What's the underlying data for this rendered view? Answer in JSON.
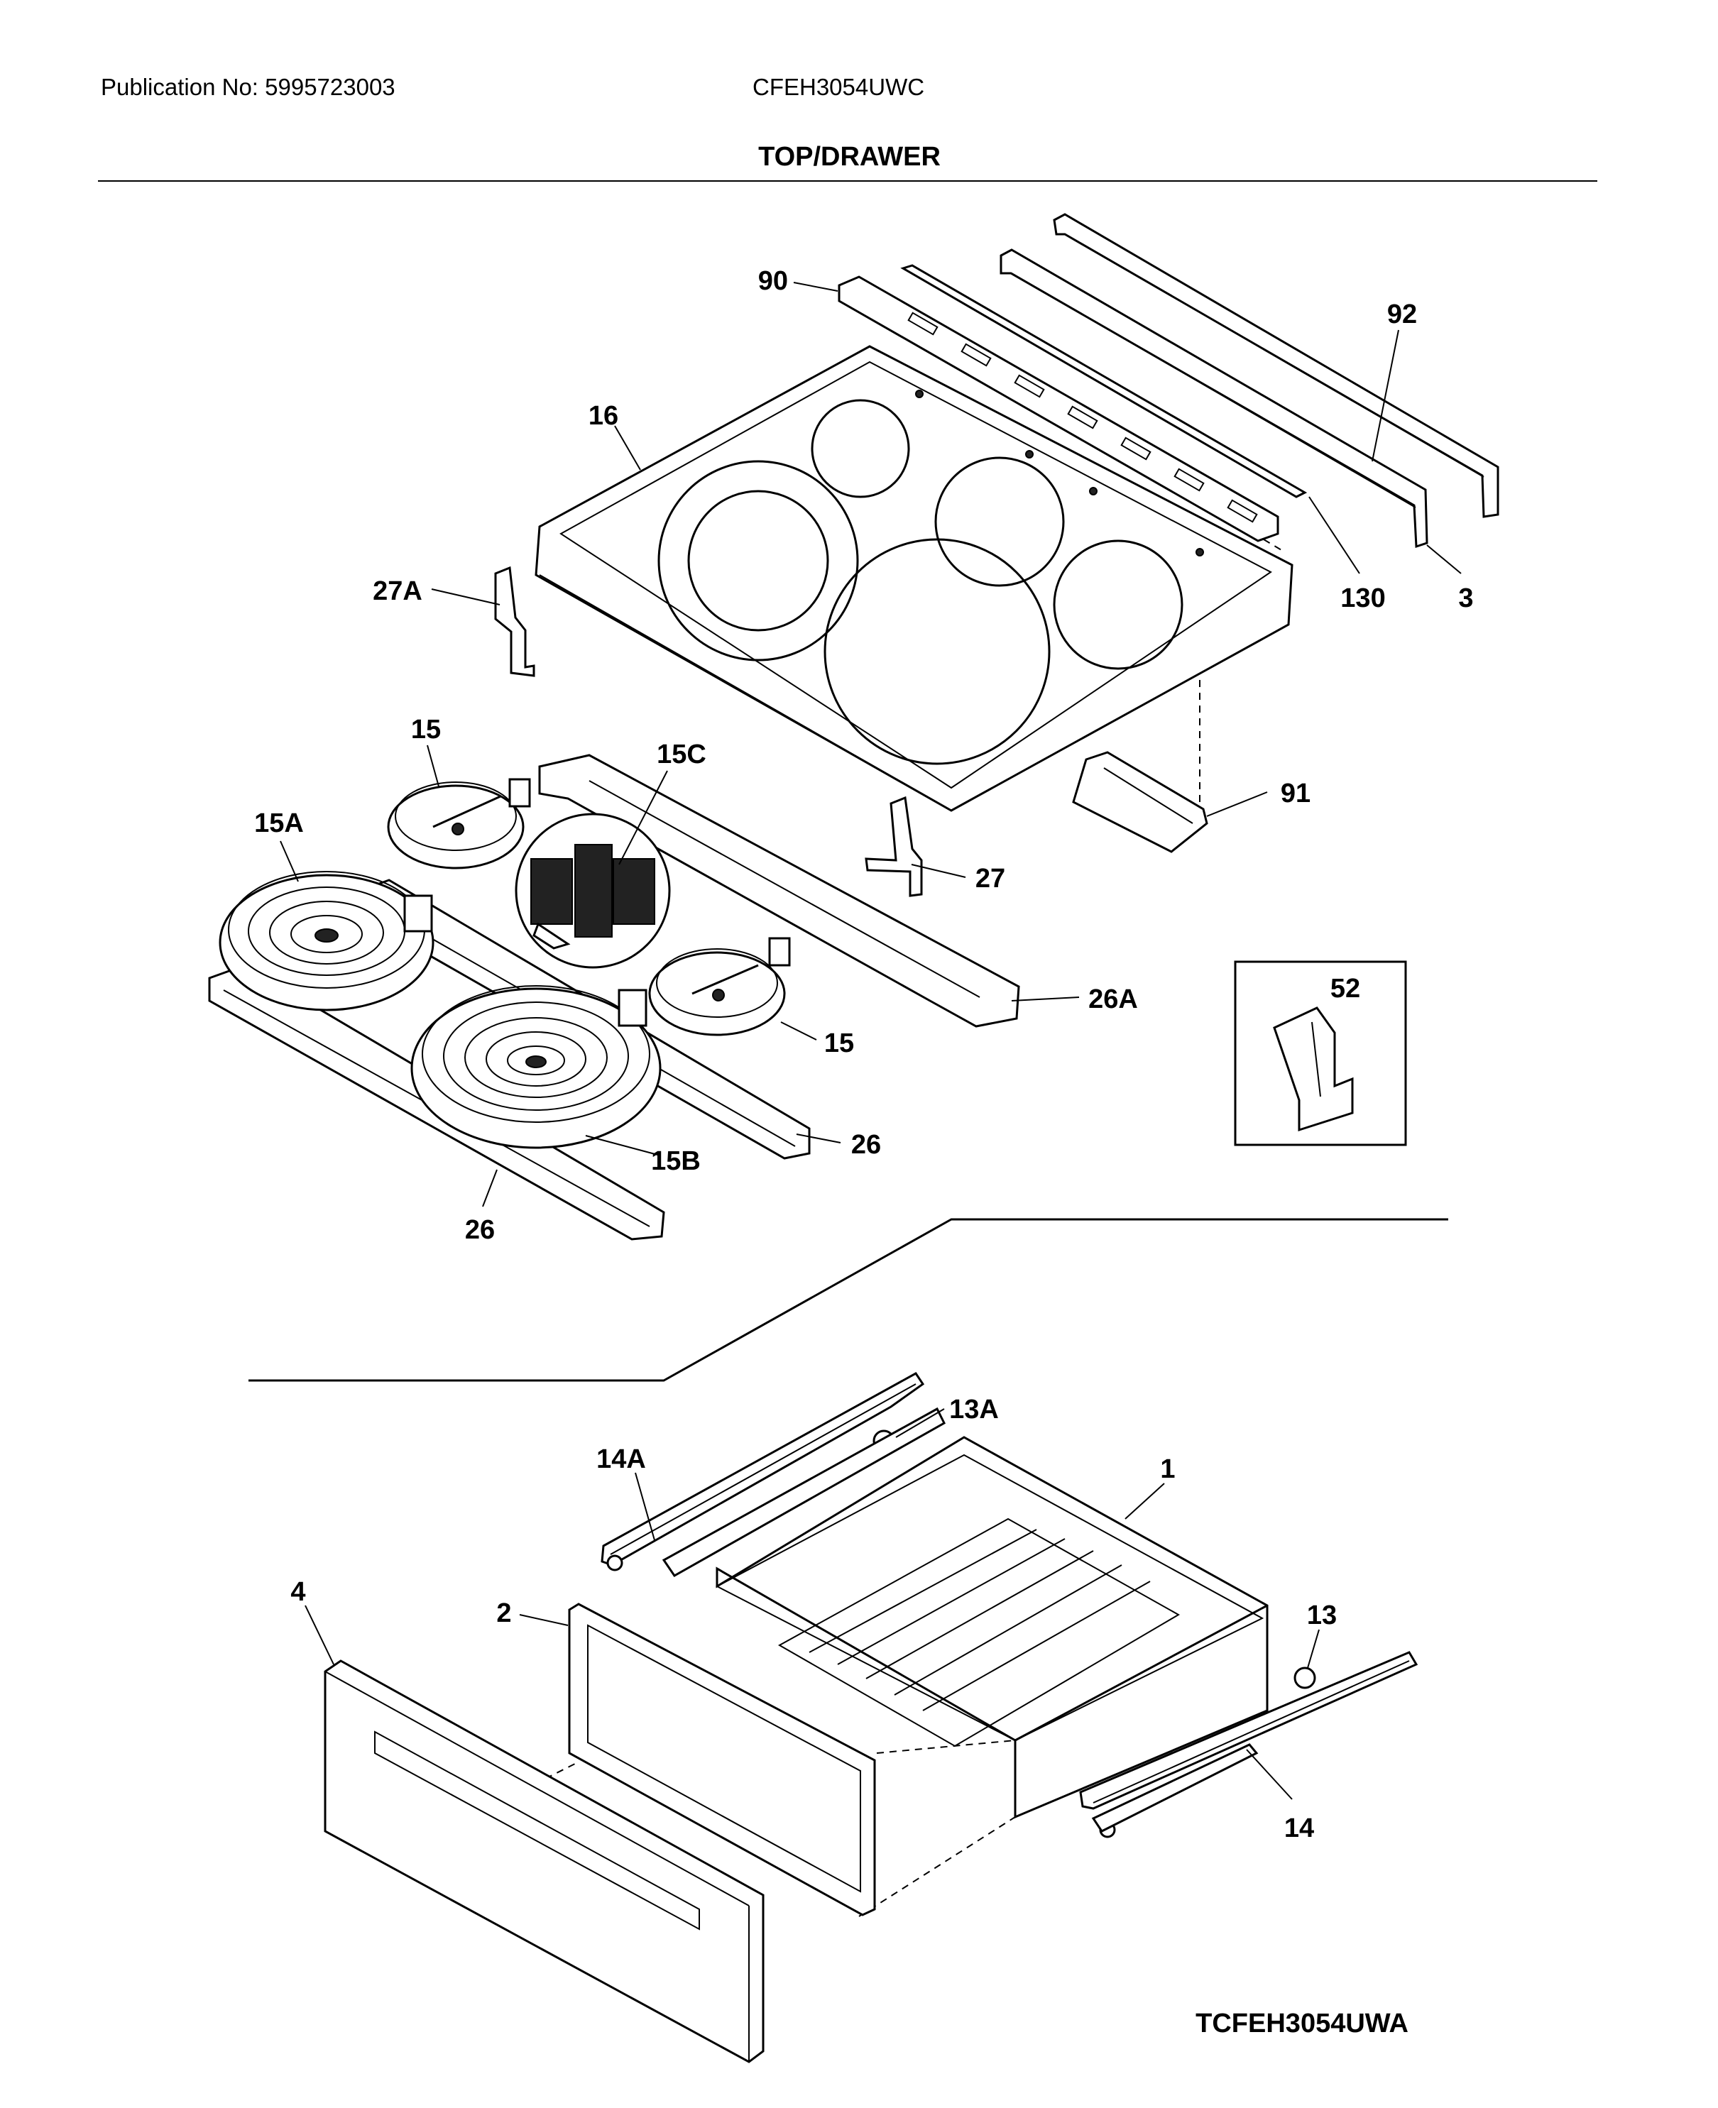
{
  "header": {
    "publication": "Publication No: 5995723003",
    "model": "CFEH3054UWC",
    "section_title": "TOP/DRAWER"
  },
  "diagram_code": "TCFEH3054UWA",
  "callouts": {
    "c90": "90",
    "c92": "92",
    "c16": "16",
    "c27A": "27A",
    "c130": "130",
    "c3": "3",
    "c15_top": "15",
    "c15C": "15C",
    "c91": "91",
    "c15A": "15A",
    "c27": "27",
    "c26A": "26A",
    "c52": "52",
    "c15_bottom": "15",
    "c26_right": "26",
    "c15B": "15B",
    "c26_left": "26",
    "c13A": "13A",
    "c14A": "14A",
    "c1": "1",
    "c4": "4",
    "c2": "2",
    "c13": "13",
    "c14": "14"
  }
}
